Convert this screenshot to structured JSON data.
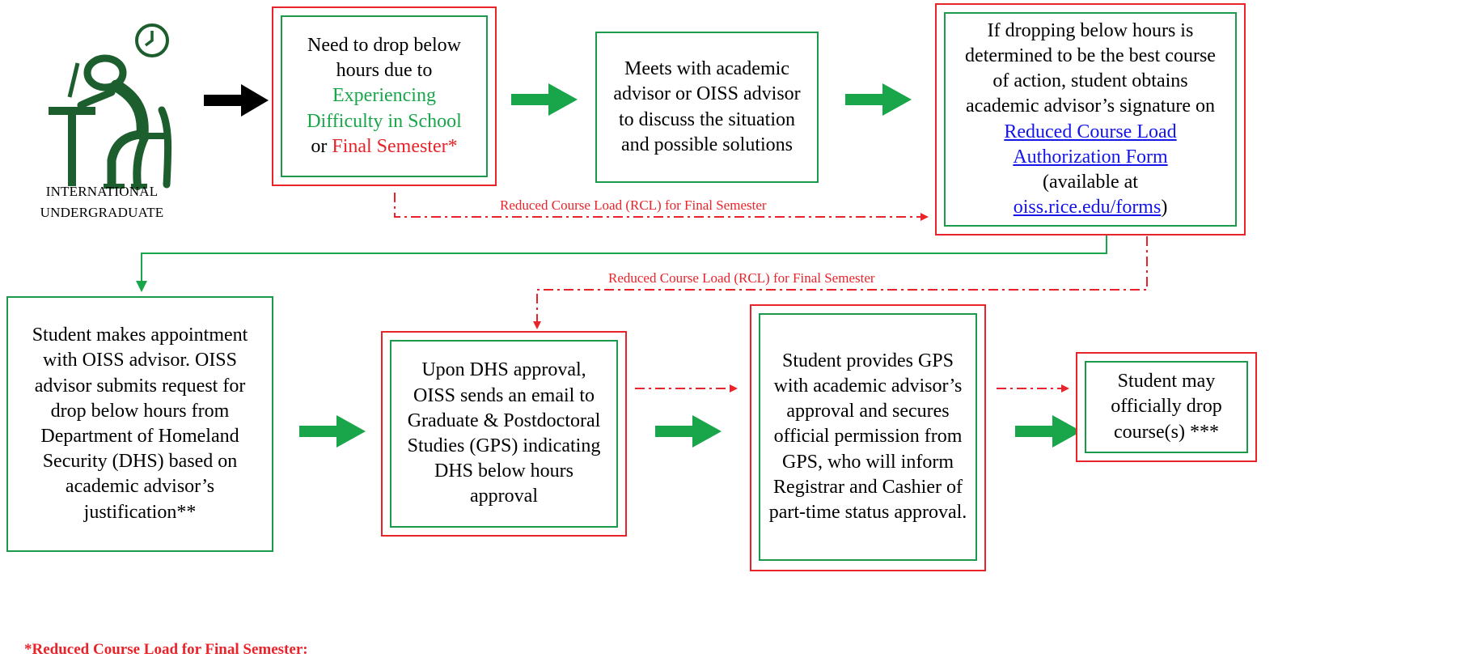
{
  "figure": {
    "caption_line1": "INTERNATIONAL",
    "caption_line2": "UNDERGRADUATE"
  },
  "step1": {
    "text_before": "Need to drop below hours due to",
    "option_a": "Experiencing Difficulty in School",
    "joiner": "or",
    "option_b": "Final Semester*"
  },
  "step2": {
    "text": "Meets with academic advisor or OISS advisor to discuss the situation and possible solutions"
  },
  "step3": {
    "text_before": "If dropping below hours is determined to be the best course of action, student obtains academic advisor’s signature on",
    "form_link": "Reduced Course Load Authorization Form",
    "available_at": "(available at",
    "site_link": "oiss.rice.edu/forms",
    "close_paren": ")"
  },
  "step4": {
    "text": "Student makes appointment with OISS advisor. OISS advisor submits request for drop below hours from Department of Homeland Security (DHS) based on academic advisor’s justification**"
  },
  "step5": {
    "text": "Upon DHS approval, OISS sends an email to Graduate & Postdoctoral Studies (GPS) indicating DHS below hours approval"
  },
  "step6": {
    "text": "Student provides GPS with academic advisor’s approval and secures official permission from GPS, who will inform Registrar and Cashier of part-time status approval."
  },
  "step7": {
    "text": "Student may officially drop course(s) ***"
  },
  "dashed_paths": {
    "label_top": "Reduced Course Load (RCL) for Final Semester",
    "label_mid": "Reduced Course Load (RCL) for Final Semester"
  },
  "footnote": {
    "text": "*Reduced Course Load for Final Semester:"
  },
  "colors": {
    "green": "#19a54a",
    "red": "#e8232a",
    "link": "#1515e8",
    "black_arrow": "#000000"
  }
}
